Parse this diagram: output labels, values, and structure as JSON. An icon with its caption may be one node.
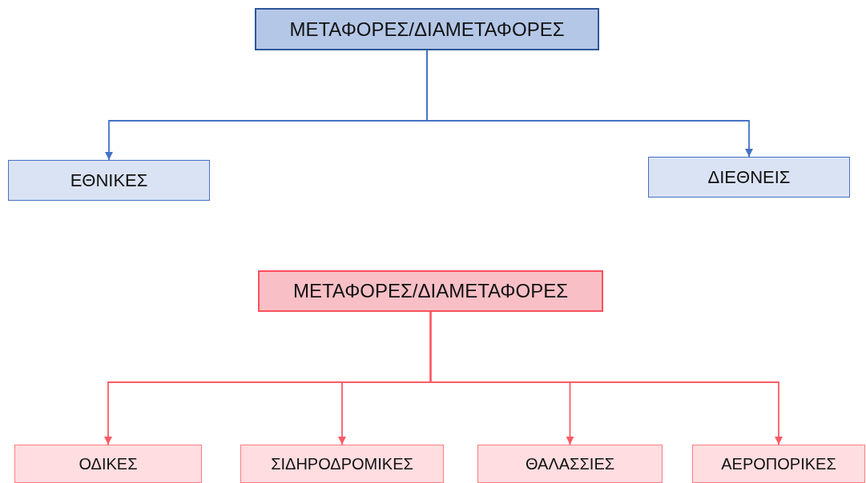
{
  "diagram": {
    "nodes": [
      {
        "text": [
          "ΜΕΤΑΦΟΡΕΣ/ΔΙΑΜΕΤΑΦΟΡΕΣ"
        ]
      },
      {
        "text": [
          "ΕΘΝΙΚΕΣ"
        ]
      },
      {
        "text": [
          "ΔΙΕΘΝΕΙΣ"
        ]
      },
      {
        "text": [
          "ΜΕΤΑΦΟΡΕΣ/ΔΙΑΜΕΤΑΦΟΡΕΣ"
        ]
      },
      {
        "text": [
          "ΟΔΙΚΕΣ"
        ]
      },
      {
        "text": [
          "ΣΙΔΗΡΟΔΡΟΜΙΚΕΣ"
        ]
      },
      {
        "text": [
          "ΘΑΛΑΣΣΙΕΣ"
        ]
      },
      {
        "text": [
          "ΑΕΡΟΠΟΡΙΚΕΣ"
        ]
      }
    ],
    "edges": [
      {
        "from": 0,
        "to": 1,
        "arrow": "to",
        "color": "#4472c4"
      },
      {
        "from": 0,
        "to": 2,
        "arrow": "to",
        "color": "#4472c4"
      },
      {
        "from": 3,
        "to": 4,
        "arrow": "to"
      },
      {
        "from": 3,
        "to": 5,
        "arrow": "to"
      },
      {
        "from": 3,
        "to": 6,
        "arrow": "to"
      },
      {
        "from": 3,
        "to": 7,
        "arrow": "to"
      }
    ]
  }
}
